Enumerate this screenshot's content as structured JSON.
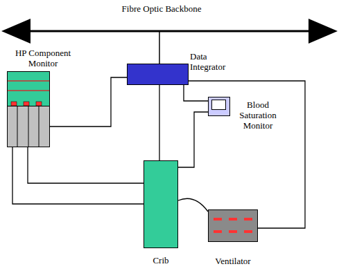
{
  "diagram": {
    "nodes": [
      {
        "text": [
          "HP Component Monitor"
        ]
      },
      {
        "text": [
          "Data Integrator"
        ]
      },
      {
        "text": [
          "Blood Saturation Monitor"
        ]
      },
      {
        "text": [
          "Crib"
        ]
      },
      {
        "text": [
          "Ventilator"
        ]
      }
    ],
    "edges": [
      {
        "from": 0,
        "to": 1,
        "arrow": "none"
      },
      {
        "from": 0,
        "to": 3,
        "arrow": "none"
      },
      {
        "from": 0,
        "to": 3,
        "arrow": "none"
      },
      {
        "from": 1,
        "to": 3,
        "arrow": "none"
      },
      {
        "from": 1,
        "to": 2,
        "arrow": "none"
      },
      {
        "from": 1,
        "to": 4,
        "arrow": "none"
      },
      {
        "from": 2,
        "to": 3,
        "arrow": "none"
      },
      {
        "from": 3,
        "to": 4,
        "arrow": "none"
      }
    ],
    "labels": [
      "Fibre Optic Backbone"
    ]
  }
}
